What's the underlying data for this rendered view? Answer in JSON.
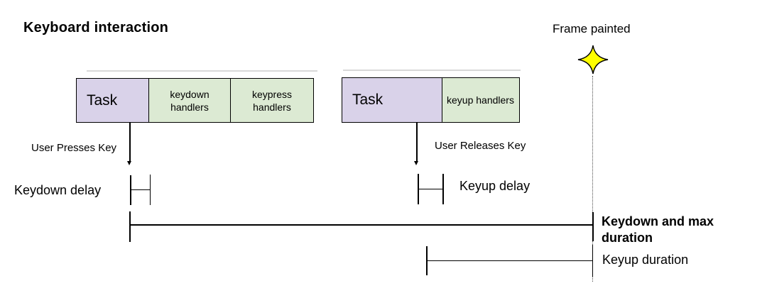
{
  "title": "Keyboard interaction",
  "frame_marker": {
    "label": "Frame painted"
  },
  "keydown_block": {
    "task_label": "Task",
    "handler_1": "keydown handlers",
    "handler_2": "keypress handlers"
  },
  "keyup_block": {
    "task_label": "Task",
    "handler_1": "keyup handlers"
  },
  "events": {
    "press": "User Presses Key",
    "release": "User Releases Key"
  },
  "intervals": {
    "keydown_delay": "Keydown delay",
    "keyup_delay": "Keyup delay",
    "keydown_max_duration": "Keydown and max duration",
    "keyup_duration": "Keyup duration"
  },
  "colors": {
    "task_fill": "#d9d2e9",
    "handlers_fill": "#dcead3",
    "star_fill": "#ffff00",
    "line": "#000000",
    "background": "#ffffff"
  }
}
